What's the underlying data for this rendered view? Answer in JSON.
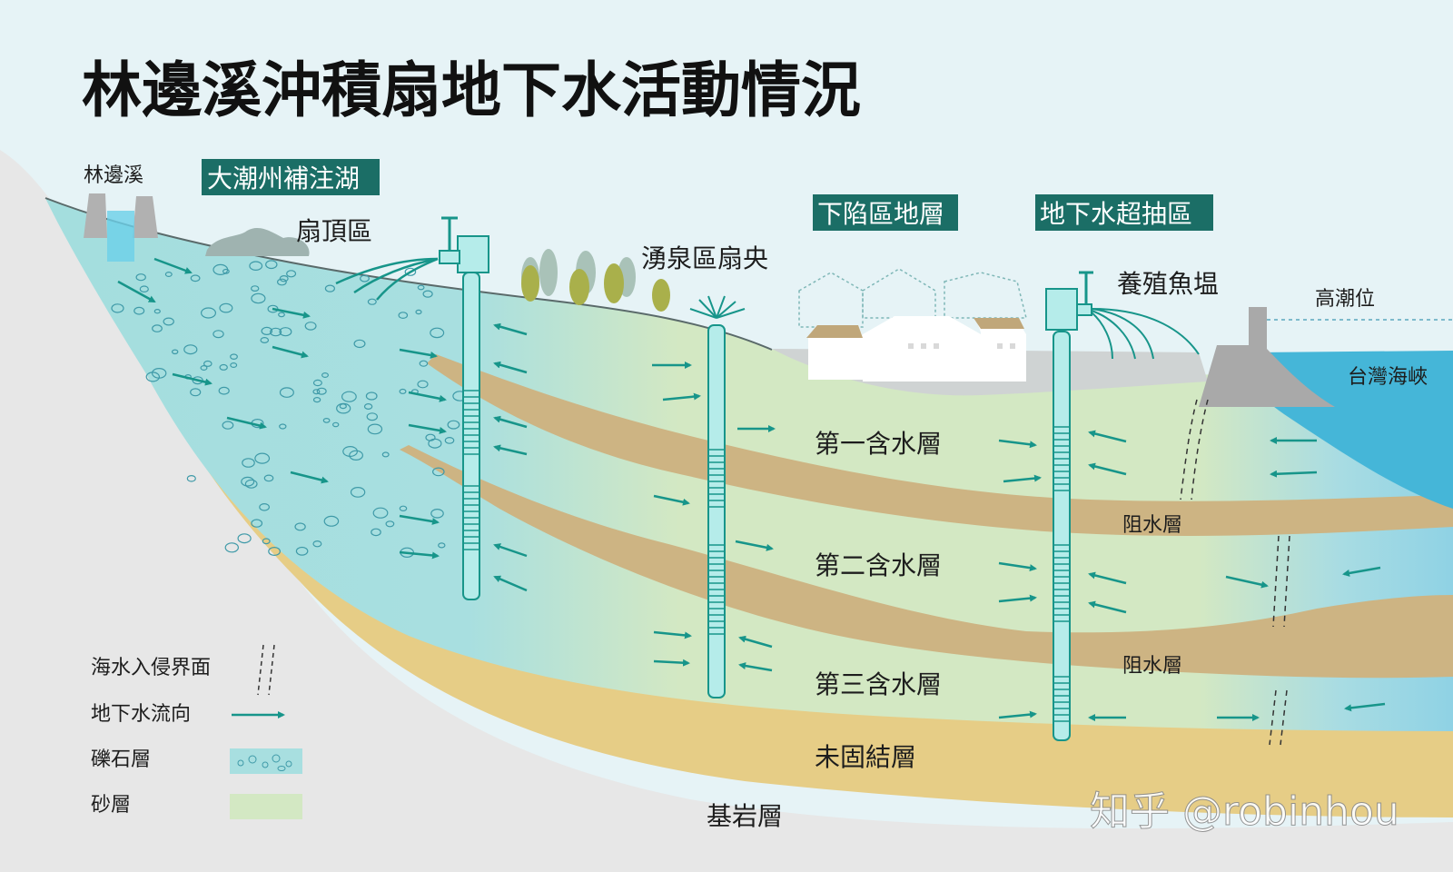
{
  "title": "林邊溪沖積扇地下水活動情況",
  "labels": {
    "river": "林邊溪",
    "fan_top": "扇頂區",
    "spring_zone": "湧泉區扇央",
    "fish_pond": "養殖魚塭",
    "high_tide": "高潮位",
    "strait": "台灣海峽",
    "aquifer1": "第一含水層",
    "aquifer2": "第二含水層",
    "aquifer3": "第三含水層",
    "aquitard1": "阻水層",
    "aquitard2": "阻水層",
    "unconsolidated": "未固結層",
    "bedrock": "基岩層"
  },
  "tags": {
    "recharge_lake": "大潮州補注湖",
    "subsidence": "下陷區地層",
    "overpumping": "地下水超抽區"
  },
  "legend": {
    "items": [
      {
        "label": "海水入侵界面",
        "symbol": "dashed-line"
      },
      {
        "label": "地下水流向",
        "symbol": "arrow"
      },
      {
        "label": "礫石層",
        "symbol": "gravel-swatch"
      },
      {
        "label": "砂層",
        "symbol": "sand-swatch"
      }
    ]
  },
  "watermark": "知乎 @robinhou",
  "colors": {
    "sky": "#e6f3f6",
    "gravel_water": "#a8dfe0",
    "sand_aquifer": "#d3e8c3",
    "aquitard": "#cdb483",
    "unconsolidated": "#e6cd86",
    "bedrock": "#e7e7e7",
    "sea": "#45b6d8",
    "arrow": "#17958a",
    "tag": "#1b6e66"
  }
}
